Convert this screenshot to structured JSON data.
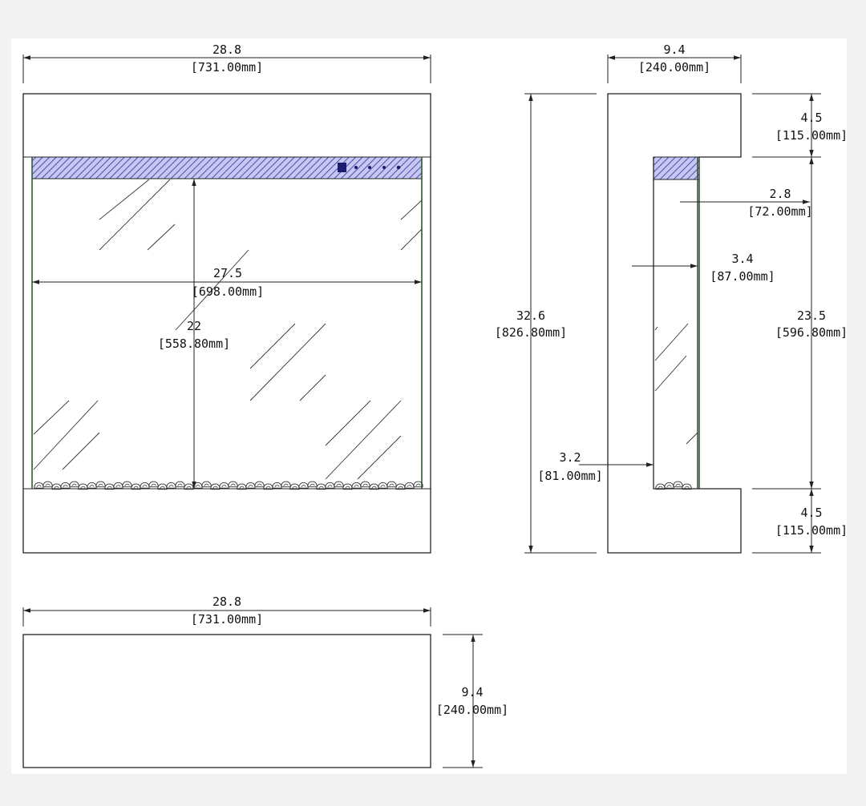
{
  "colors": {
    "line": "#222222",
    "hatch_fill": "#c7c7f2",
    "hatch_line": "#4b4bb0",
    "control_dark": "#1c1c6e",
    "frame_edge": "#2f5a2f"
  },
  "front_view": {
    "overall_width": {
      "inch": "28.8",
      "mm": "[731.00mm]"
    },
    "inner_width": {
      "inch": "27.5",
      "mm": "[698.00mm]"
    },
    "inner_height": {
      "inch": "22",
      "mm": "[558.80mm]"
    }
  },
  "side_view": {
    "depth": {
      "inch": "9.4",
      "mm": "[240.00mm]"
    },
    "overall_height": {
      "inch": "32.6",
      "mm": "[826.80mm]"
    },
    "top_cap": {
      "inch": "4.5",
      "mm": "[115.00mm]"
    },
    "bottom_cap": {
      "inch": "4.5",
      "mm": "[115.00mm]"
    },
    "opening_height": {
      "inch": "23.5",
      "mm": "[596.80mm]"
    },
    "glass_offset": {
      "inch": "2.8",
      "mm": "[72.00mm]"
    },
    "insert_depth_top": {
      "inch": "3.4",
      "mm": "[87.00mm]"
    },
    "insert_depth_bottom": {
      "inch": "3.2",
      "mm": "[81.00mm]"
    }
  },
  "top_view": {
    "width": {
      "inch": "28.8",
      "mm": "[731.00mm]"
    },
    "depth": {
      "inch": "9.4",
      "mm": "[240.00mm]"
    }
  }
}
